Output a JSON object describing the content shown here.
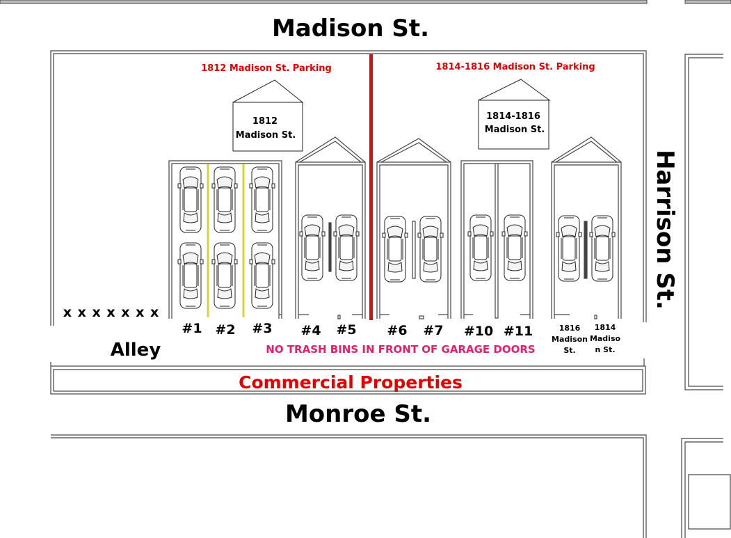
{
  "streets": {
    "north": "Madison St.",
    "south": "Monroe St.",
    "east": "Harrison St."
  },
  "alley": {
    "label": "Alley",
    "markers": "x x x x x x x"
  },
  "parking_areas": {
    "left": "1812 Madison St. Parking",
    "right": "1814-1816 Madison St. Parking"
  },
  "buildings": {
    "b1812": [
      "1812",
      "Madison St."
    ],
    "b1814": [
      "1814-1816",
      "Madison St."
    ]
  },
  "spaces": [
    "#1",
    "#2",
    "#3",
    "#4",
    "#5",
    "#6",
    "#7",
    "#10",
    "#11"
  ],
  "garage_labels": {
    "g1816": [
      "1816",
      "Madison",
      "St."
    ],
    "g1814": [
      "1814",
      "Madiso",
      "n St."
    ]
  },
  "notice": "NO TRASH BINS IN FRONT OF GARAGE DOORS",
  "commercial": "Commercial Properties",
  "colors": {
    "accent_red": "#e00000",
    "notice_pink": "#e0206a",
    "divider_red": "#c81414",
    "lane_yellow": "#d4d43a"
  }
}
